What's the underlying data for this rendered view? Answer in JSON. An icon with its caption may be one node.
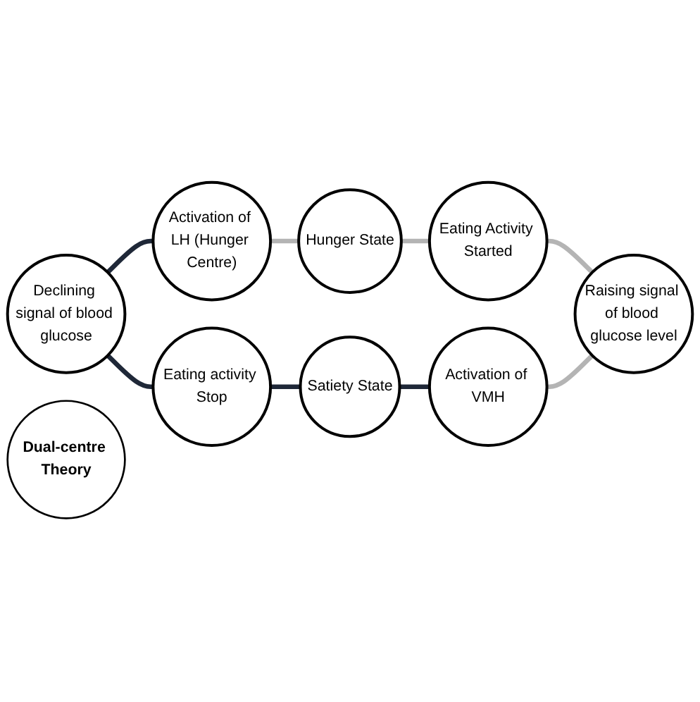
{
  "diagram": {
    "nodes": [
      {
        "text": [
          "Declining signal of blood glucose"
        ]
      },
      {
        "text": [
          "Activation of LH (Hunger Centre)"
        ]
      },
      {
        "text": [
          "Hunger State"
        ]
      },
      {
        "text": [
          "Eating Activity Started"
        ]
      },
      {
        "text": [
          "Raising signal of blood glucose level"
        ]
      },
      {
        "text": [
          "Activation of VMH"
        ]
      },
      {
        "text": [
          "Satiety State"
        ]
      },
      {
        "text": [
          "Eating activity Stop"
        ]
      },
      {
        "text": [
          "Dual-centre Theory"
        ]
      }
    ],
    "edges": [
      {
        "from": 0,
        "to": 1,
        "arrow": "none",
        "color": "#1f2838"
      },
      {
        "from": 1,
        "to": 2,
        "arrow": "none",
        "color": "#b4b4b4"
      },
      {
        "from": 2,
        "to": 3,
        "arrow": "none",
        "color": "#b4b4b4"
      },
      {
        "from": 3,
        "to": 4,
        "arrow": "none",
        "color": "#b4b4b4"
      },
      {
        "from": 4,
        "to": 5,
        "arrow": "none",
        "color": "#b4b4b4"
      },
      {
        "from": 5,
        "to": 6,
        "arrow": "none",
        "color": "#1f2838"
      },
      {
        "from": 6,
        "to": 7,
        "arrow": "none",
        "color": "#1f2838"
      },
      {
        "from": 7,
        "to": 0,
        "arrow": "none",
        "color": "#1f2838"
      }
    ]
  }
}
